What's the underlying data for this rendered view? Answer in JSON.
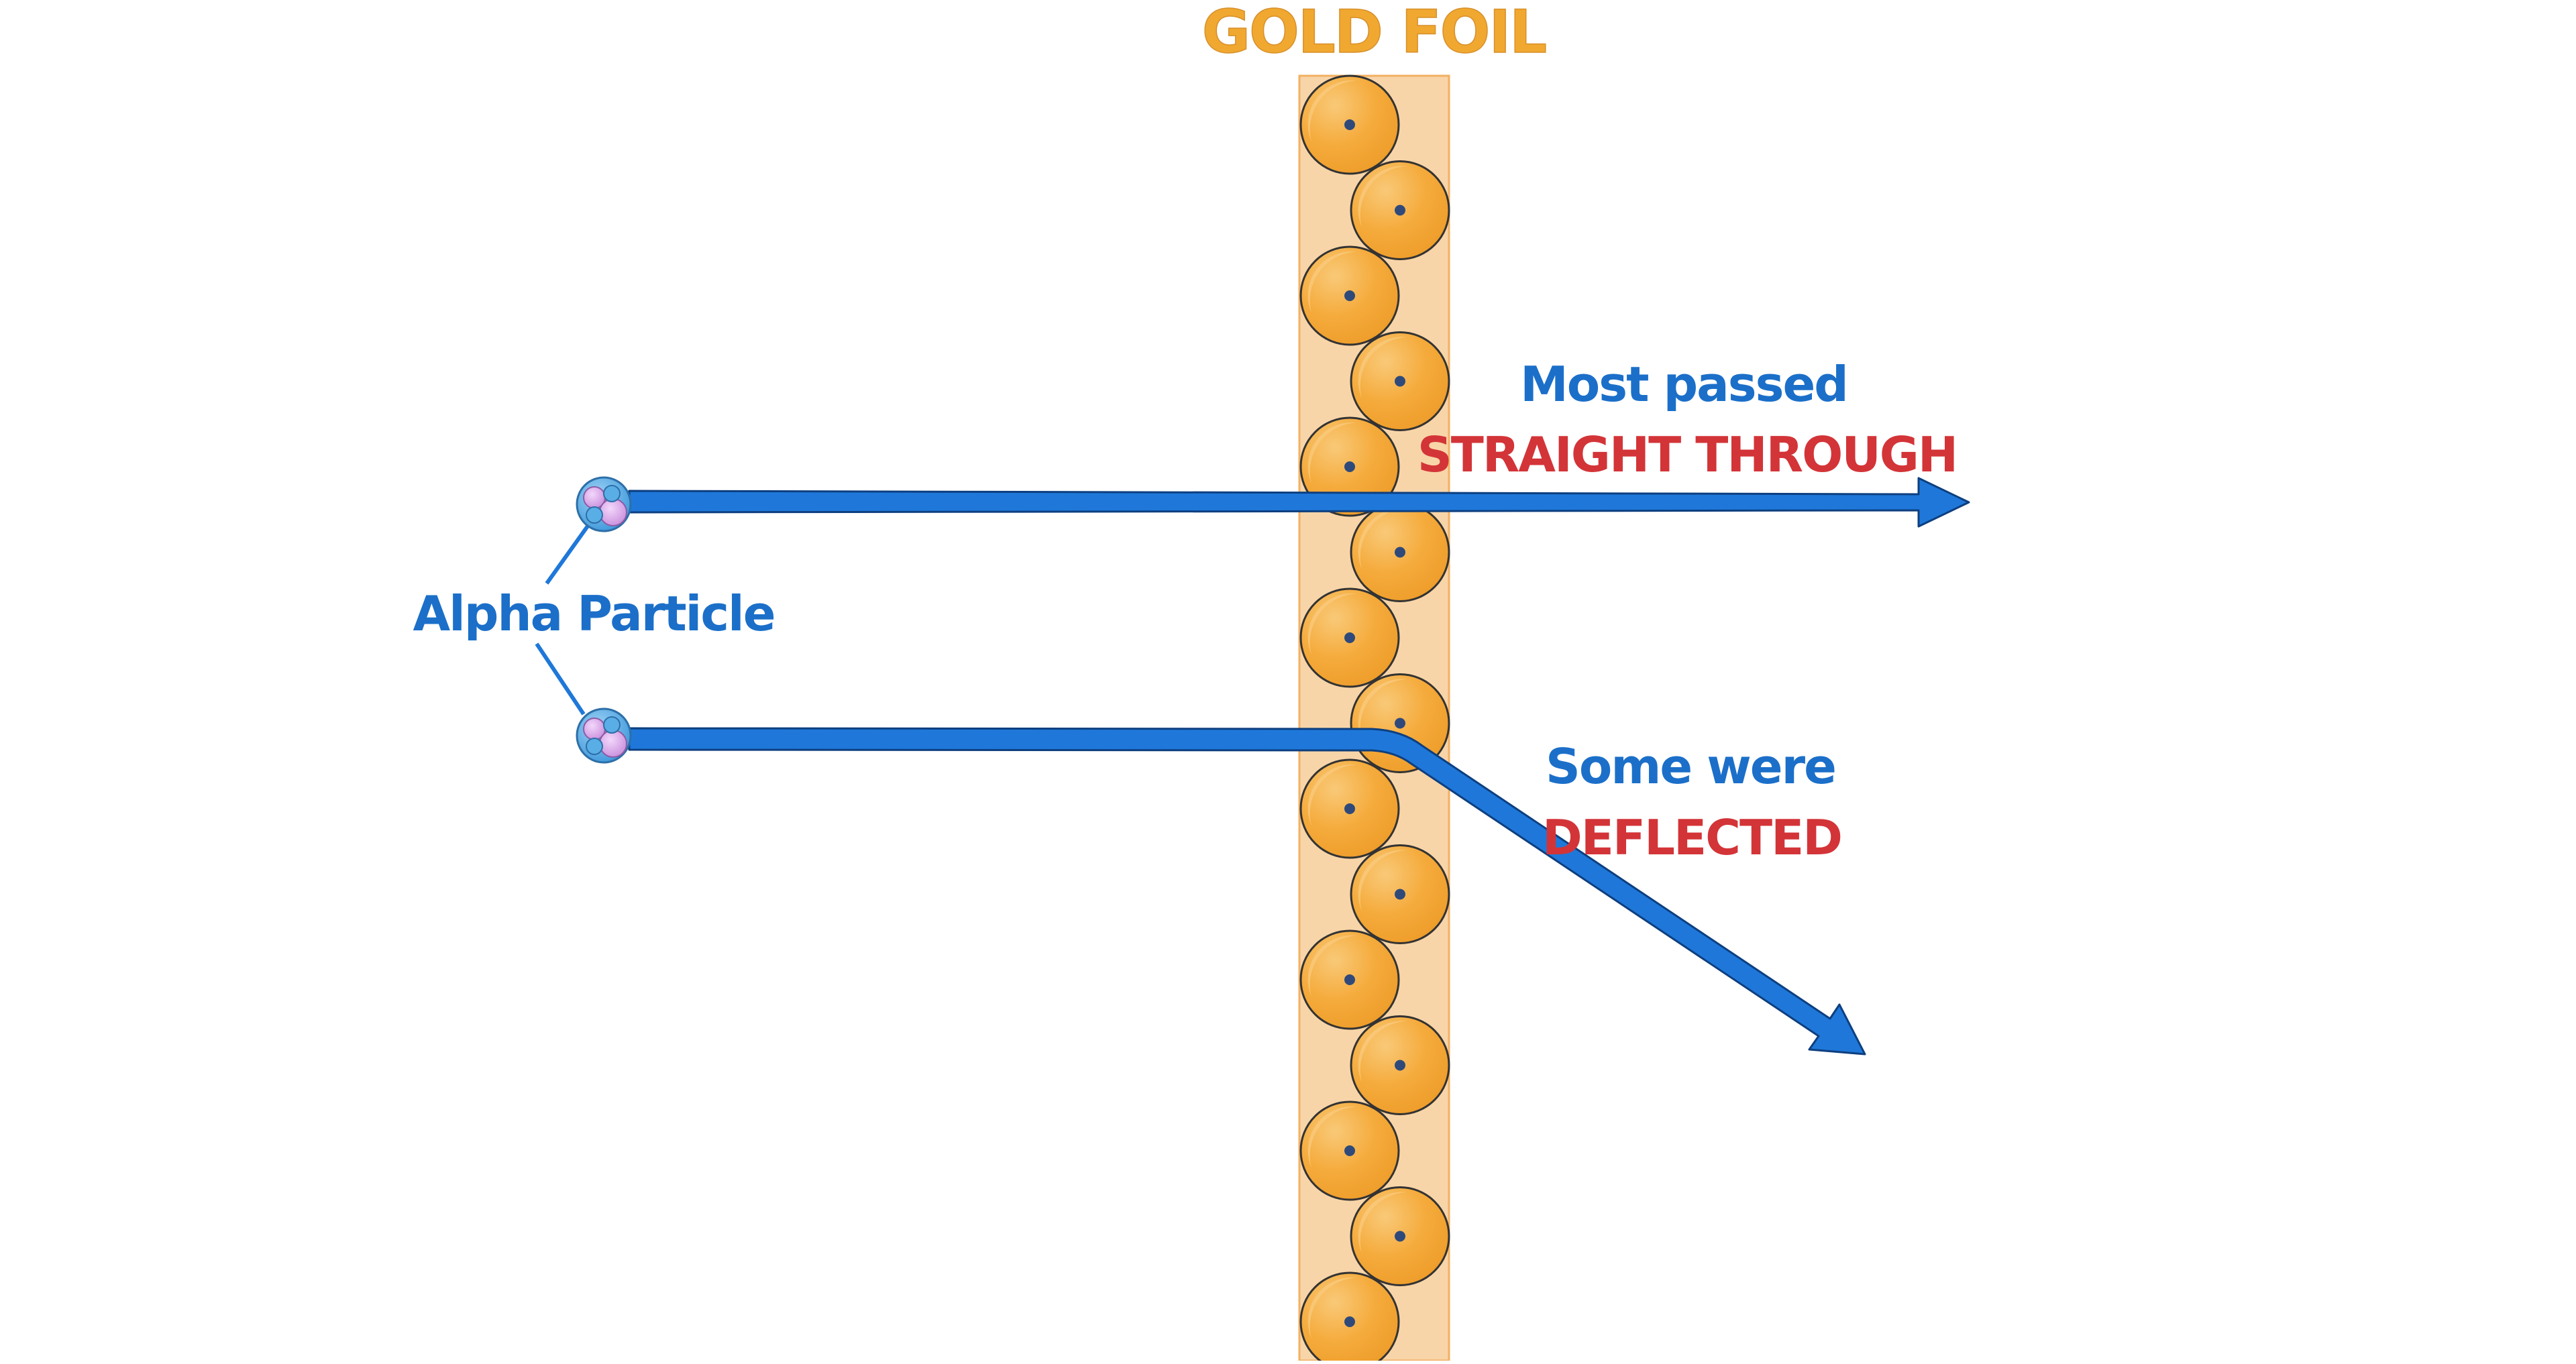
{
  "title": "GOLD FOIL",
  "labels": {
    "alpha_particle": "Alpha Particle",
    "straight_line1": "Most passed",
    "straight_line2": "STRAIGHT THROUGH",
    "deflect_line1": "Some were",
    "deflect_line2": "DEFLECTED"
  },
  "colors": {
    "background": "#ffffff",
    "title": "#f0a830",
    "foil_band": "#f8d5a8",
    "foil_band_edge": "#f2b062",
    "atom_fill": "#f5ab3c",
    "atom_highlight": "#f8c877",
    "atom_outline": "#333333",
    "nucleus": "#2f4a7a",
    "arrow_fill": "#1f78d9",
    "arrow_outline": "#0d3f80",
    "label_blue": "#1b6fc9",
    "label_red": "#d33438",
    "proton": "#d9a6e6",
    "neutron": "#5aaee6"
  },
  "icons": {
    "atom": "gold-atom-icon",
    "alpha": "alpha-particle-icon"
  }
}
